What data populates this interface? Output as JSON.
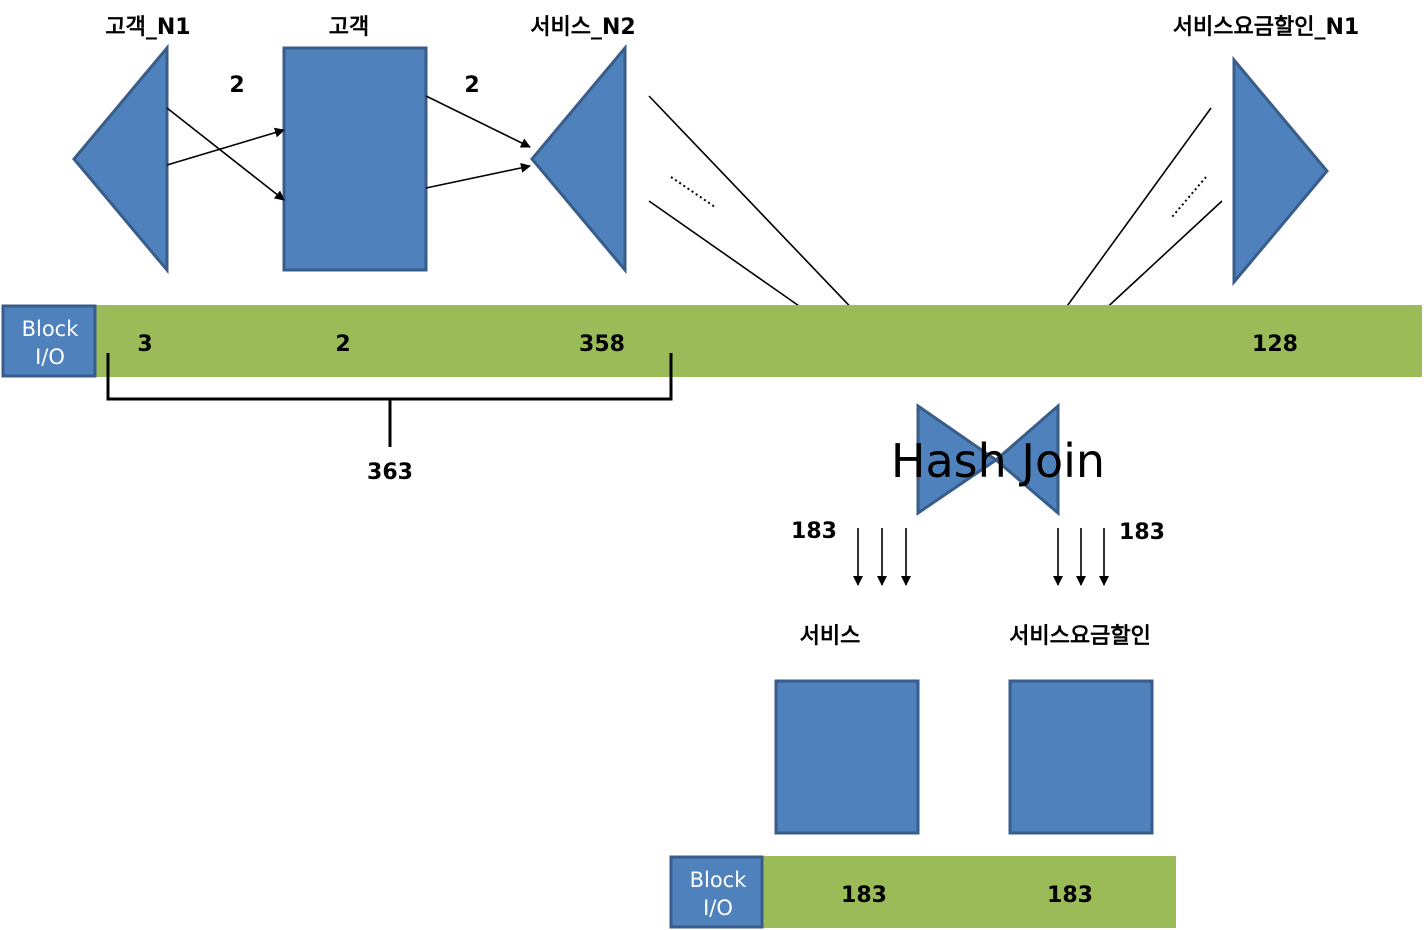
{
  "nodes": {
    "customer_n1": "고객_N1",
    "customer": "고객",
    "service_n2": "서비스_N2",
    "service_discount_n1": "서비스요금할인_N1",
    "service": "서비스",
    "service_discount": "서비스요금할인"
  },
  "edge_labels": {
    "customer_n1_to_customer": "2",
    "customer_to_service_n2": "2"
  },
  "top_bar": {
    "head_line1": "Block",
    "head_line2": "I/O",
    "values": [
      "3",
      "2",
      "358",
      "128"
    ],
    "bracket_total": "363"
  },
  "hash_join": {
    "label": "Hash Join",
    "left_rows": "183",
    "right_rows": "183"
  },
  "bottom_bar": {
    "head_line1": "Block",
    "head_line2": "I/O",
    "values": [
      "183",
      "183"
    ]
  },
  "colors": {
    "shape_fill": "#4f81bd",
    "shape_border": "#385d8a",
    "bar_fill": "#9bbb59"
  }
}
